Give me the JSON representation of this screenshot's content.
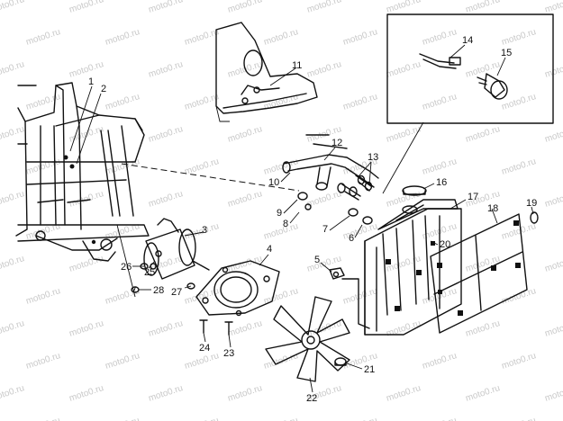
{
  "watermark": "moto0.ru",
  "callouts": [
    {
      "id": "c1",
      "text": "1"
    },
    {
      "id": "c2",
      "text": "2"
    },
    {
      "id": "c3",
      "text": "3"
    },
    {
      "id": "c4",
      "text": "4"
    },
    {
      "id": "c5",
      "text": "5"
    },
    {
      "id": "c6",
      "text": "6"
    },
    {
      "id": "c7",
      "text": "7"
    },
    {
      "id": "c8",
      "text": "8"
    },
    {
      "id": "c9",
      "text": "9"
    },
    {
      "id": "c10",
      "text": "10"
    },
    {
      "id": "c11",
      "text": "11"
    },
    {
      "id": "c12",
      "text": "12"
    },
    {
      "id": "c13",
      "text": "13"
    },
    {
      "id": "c14",
      "text": "14"
    },
    {
      "id": "c15",
      "text": "15"
    },
    {
      "id": "c16",
      "text": "16"
    },
    {
      "id": "c17",
      "text": "17"
    },
    {
      "id": "c18",
      "text": "18"
    },
    {
      "id": "c19",
      "text": "19"
    },
    {
      "id": "c20",
      "text": "20"
    },
    {
      "id": "c21",
      "text": "21"
    },
    {
      "id": "c22",
      "text": "22"
    },
    {
      "id": "c23",
      "text": "23"
    },
    {
      "id": "c24",
      "text": "24"
    },
    {
      "id": "c25",
      "text": "25"
    },
    {
      "id": "c26",
      "text": "26"
    },
    {
      "id": "c27",
      "text": "27"
    },
    {
      "id": "c28",
      "text": "28"
    }
  ]
}
